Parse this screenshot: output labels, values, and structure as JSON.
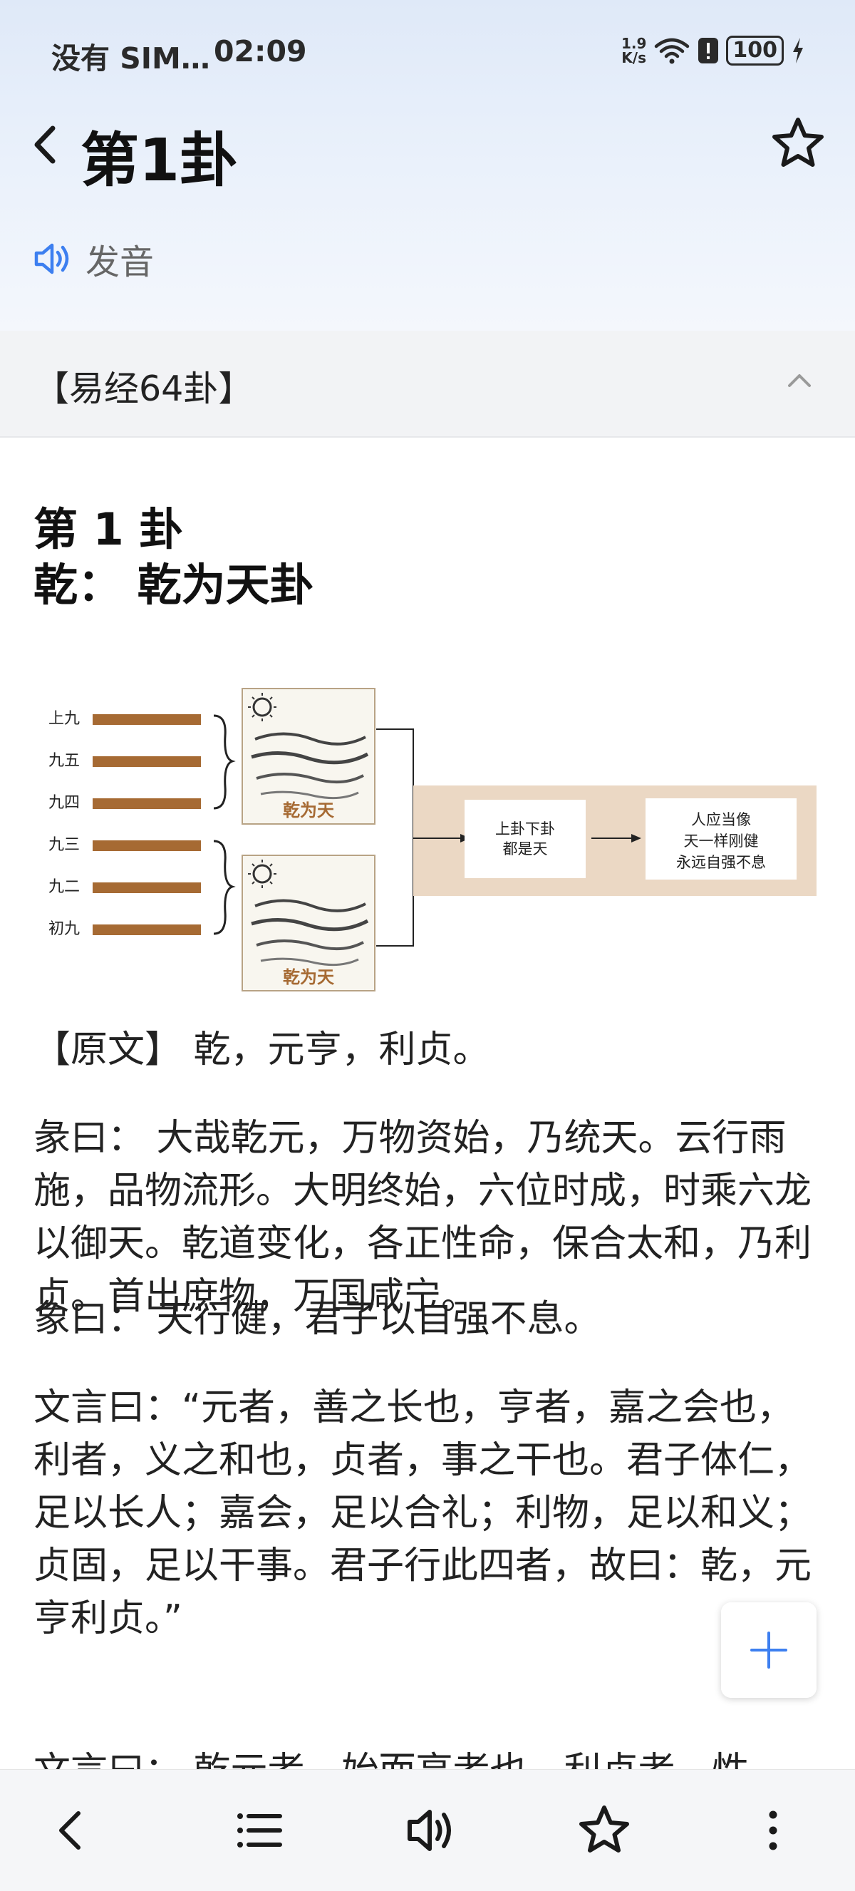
{
  "status_bar": {
    "carrier": "没有 SIM…",
    "time": "02:09",
    "net_speed_value": "1.9",
    "net_speed_unit": "K/s",
    "battery": "100"
  },
  "header": {
    "title": "第1卦",
    "pronounce_label": "发音"
  },
  "section": {
    "title": "【易经64卦】"
  },
  "article": {
    "heading_line1": "第 1 卦",
    "heading_line2": "乾： 乾为天卦",
    "diagram": {
      "line_labels": [
        "上九",
        "九五",
        "九四",
        "九三",
        "九二",
        "初九"
      ],
      "trigram_upper_caption": "乾为天",
      "trigram_lower_caption": "乾为天",
      "box1_line1": "上卦下卦",
      "box1_line2": "都是天",
      "box2_line1": "人应当像",
      "box2_line2": "天一样刚健",
      "box2_line3": "永远自强不息",
      "colors": {
        "line_bar": "#a66a33",
        "band": "#ebd8c4",
        "caption": "#a66a33"
      }
    },
    "paragraphs": [
      "【原文】 乾，元亨，利贞。",
      "彖曰： 大哉乾元，万物资始，乃统天。云行雨施，品物流形。大明终始，六位时成，时乘六龙以御天。乾道变化，各正性命，保合太和，乃利贞。首出庶物，万国咸宁。",
      "象曰： 天行健，君子以自强不息。",
      "文言曰：“元者，善之长也，亨者，嘉之会也，利者，义之和也，贞者，事之干也。君子体仁，足以长人；嘉会，足以合礼；利物，足以和义；贞固，足以干事。君子行此四者，故曰：乾，元亨利贞。”",
      "文言曰： 乾元者，始而亨者也，利贞者，性"
    ]
  },
  "icons": {
    "back": "back-chevron-icon",
    "favorite": "star-outline-icon",
    "speaker": "speaker-icon",
    "collapse": "chevron-up-icon",
    "add": "plus-icon",
    "menu": "list-icon",
    "more": "more-vertical-icon"
  },
  "accent_color": "#3d7ff0"
}
